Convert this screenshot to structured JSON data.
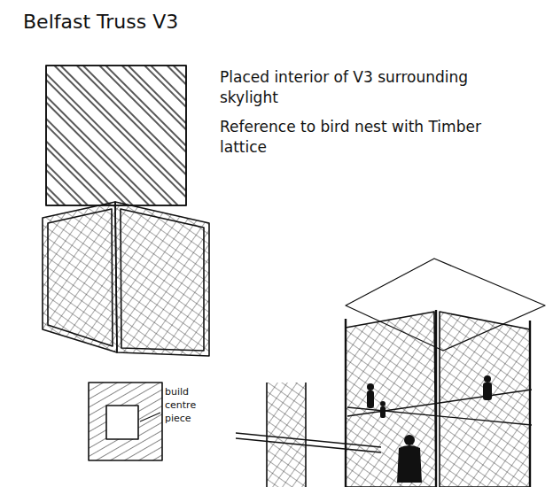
{
  "diagram": {
    "title": "Belfast Truss V3",
    "labels": [
      "Placed interior of V3 surrounding skylight",
      "Reference to bird nest with Timber lattice",
      "build centre piece"
    ]
  }
}
